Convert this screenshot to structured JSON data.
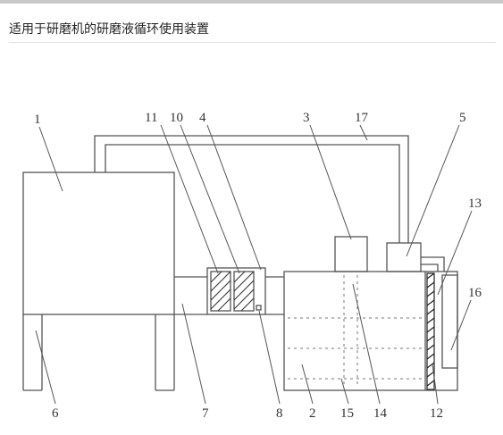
{
  "page": {
    "title": "适用于研磨机的研磨液循环使用装置"
  },
  "diagram": {
    "labels": [
      "1",
      "11",
      "10",
      "4",
      "3",
      "17",
      "5",
      "13",
      "16",
      "6",
      "7",
      "8",
      "2",
      "15",
      "14",
      "12"
    ]
  }
}
